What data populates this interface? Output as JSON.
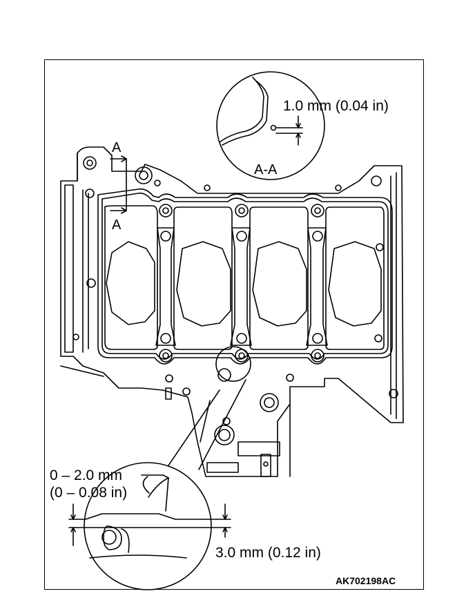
{
  "diagram": {
    "section_marker_top": "A",
    "section_marker_bottom": "A",
    "section_view_label": "A-A",
    "dim_top": "1.0 mm (0.04 in)",
    "dim_left_line1": "0 – 2.0 mm",
    "dim_left_line2": "(0 – 0.08 in)",
    "dim_bottom": "3.0 mm (0.12 in)",
    "figure_code": "AK702198AC"
  }
}
